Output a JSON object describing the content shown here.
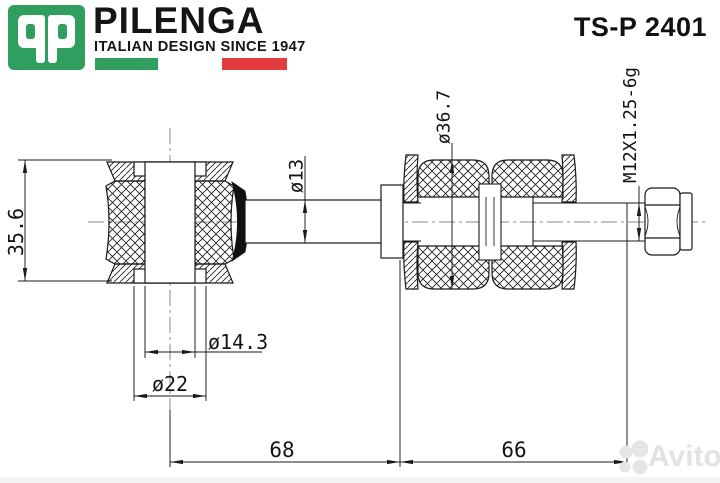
{
  "header": {
    "brand": "PILENGA",
    "tagline": "ITALIAN DESIGN SINCE 1947",
    "part_number": "TS-P 2401"
  },
  "drawing": {
    "type": "technical-drawing",
    "subject": "stabilizer link / sway bar end link cross-section",
    "dims": {
      "sleeve_height": "35.6",
      "shaft_diameter": "ø13",
      "bushing_diameter": "ø36.7",
      "thread_spec": "M12X1.25-6g",
      "inner_diameter": "ø14.3",
      "lip_diameter": "ø22",
      "length_left": "68",
      "length_right": "66"
    }
  },
  "watermark": {
    "label": "Avito"
  },
  "colors": {
    "brand_green": "#2f9e5e",
    "flag_red": "#e23b3b",
    "line_black": "#1a1a1a",
    "centerline_gray": "#8a8a8a",
    "watermark_gray": "#e2e2e2"
  },
  "icons": {
    "logo": "pilenga-qp-monogram",
    "watermark_logo": "avito-circles"
  }
}
